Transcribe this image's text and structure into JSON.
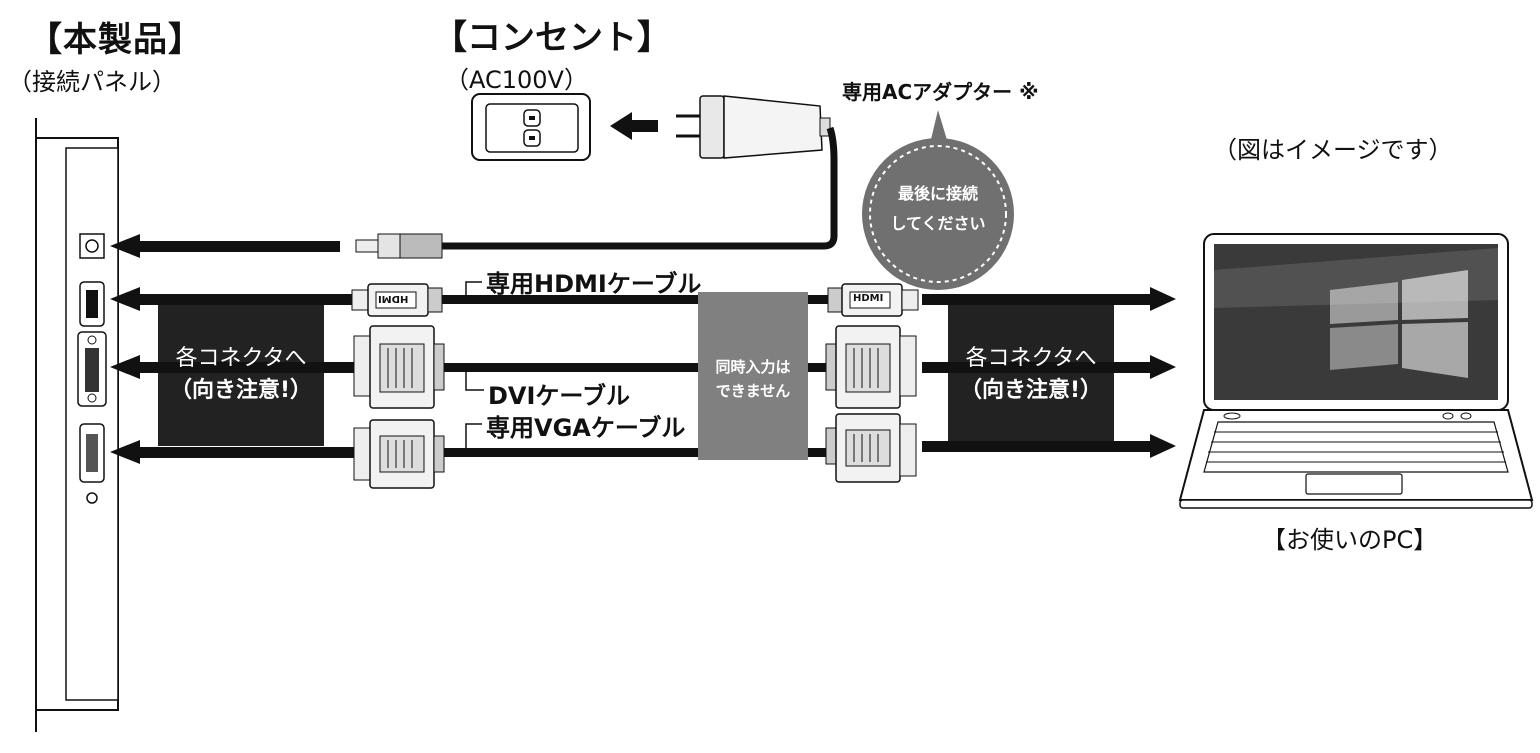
{
  "labels": {
    "product": "【本製品】",
    "panel": "（接続パネル）",
    "outlet": "【コンセント】",
    "ac": "（AC100V）",
    "adapter": "専用ACアダプター ※",
    "bubble_line1": "最後に接続",
    "bubble_line2": "してください",
    "image_note": "（図はイメージです）",
    "hdmi_cable": "専用HDMIケーブル",
    "dvi_cable": "DVIケーブル",
    "vga_cable": "専用VGAケーブル",
    "connector_line1": "各コネクタへ",
    "connector_line2": "（向き注意!）",
    "no_simul_line1": "同時入力は",
    "no_simul_line2": "できません",
    "pc": "【お使いのPC】",
    "hdmi_plug": "HDMI"
  },
  "colors": {
    "black": "#111111",
    "dark_box": "#222222",
    "gray_box": "#808080",
    "bubble": "#707070",
    "screen": "#3a3a3a"
  }
}
